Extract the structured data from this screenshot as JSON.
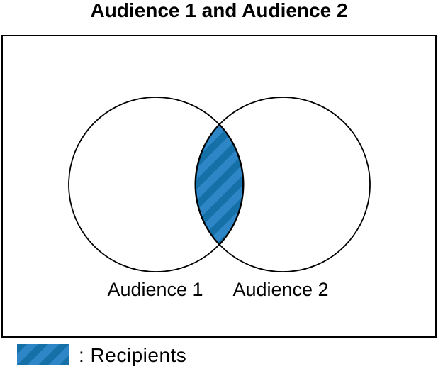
{
  "title": "Audience 1 and Audience 2",
  "venn": {
    "sets": [
      {
        "label": "Audience 1"
      },
      {
        "label": "Audience 2"
      }
    ],
    "overlap_name": "Recipients"
  },
  "legend": {
    "label": ": Recipients",
    "swatch_icon": "diagonal-hatch-swatch-icon"
  },
  "colors": {
    "hatch_light": "#2E86C7",
    "hatch_dark": "#1470A6",
    "outline": "#000000"
  }
}
